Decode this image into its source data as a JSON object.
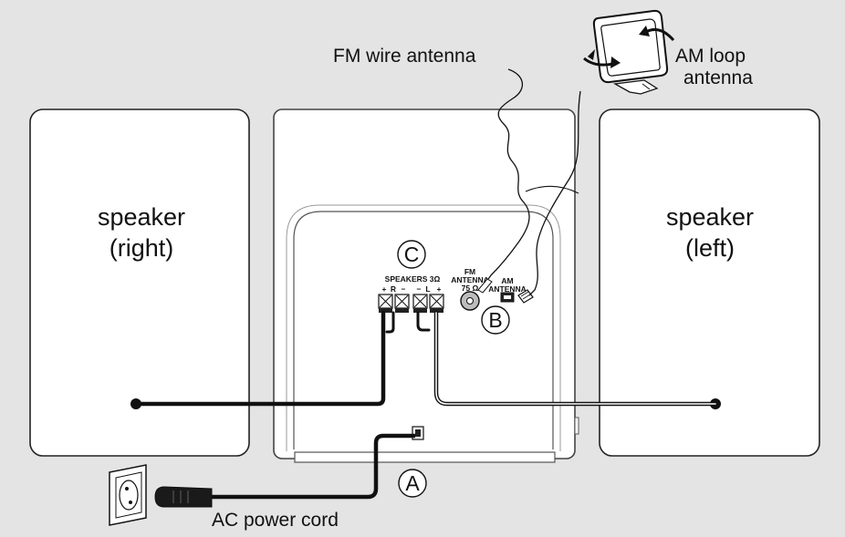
{
  "speakers": {
    "right": {
      "line1": "speaker",
      "line2": "(right)"
    },
    "left": {
      "line1": "speaker",
      "line2": "(left)"
    }
  },
  "labels": {
    "fm_antenna": "FM wire antenna",
    "am_antenna_line1": "AM loop",
    "am_antenna_line2": "antenna",
    "ac_cord": "AC power cord"
  },
  "markers": {
    "a": "A",
    "b": "B",
    "c": "C"
  },
  "panel": {
    "speakers_title": "SPEAKERS 3Ω",
    "terminal_signs": [
      "+",
      "R",
      "−",
      "−",
      "L",
      "+"
    ],
    "fm_line1": "FM",
    "fm_line2": "ANTENNA",
    "fm_line3": "75 Ω",
    "am_line1": "AM",
    "am_line2": "ANTENNA"
  },
  "colors": {
    "background": "#e4e4e4",
    "panel": "#ffffff",
    "stroke": "#111111",
    "unit_edge": "#9a9a9a"
  }
}
